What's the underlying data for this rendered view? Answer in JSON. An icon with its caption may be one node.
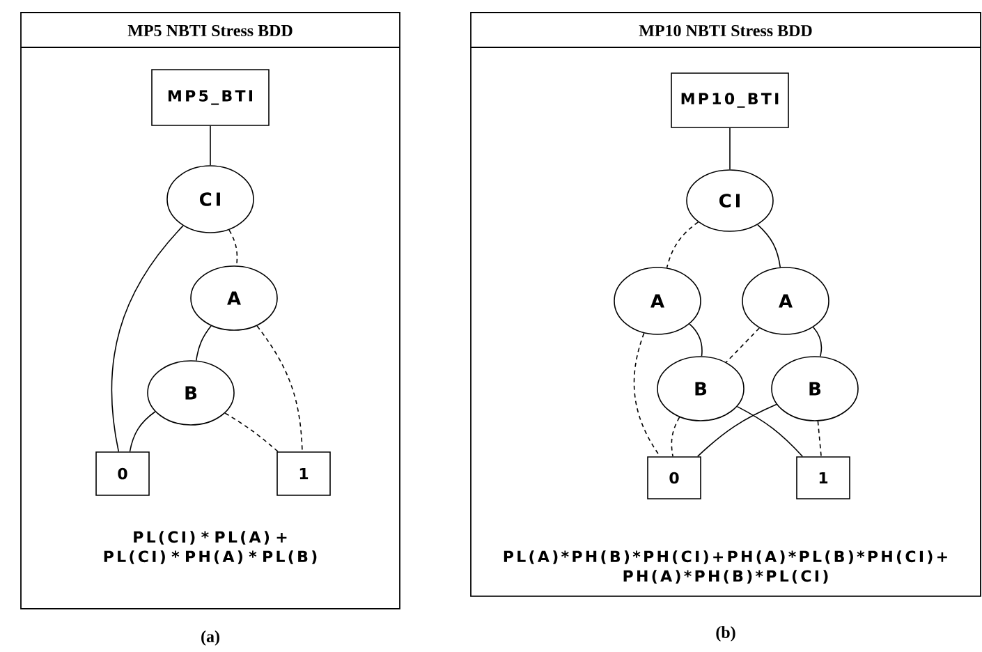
{
  "diagram": {
    "nodes": [
      {
        "text": [
          "MP5 NBTI Stress BDD",
          "PL(CI) * PL(A) + PL(CI) * PH(A) * PL(B)"
        ]
      },
      {
        "text": [
          "MP5_BTI"
        ],
        "in": 0
      },
      {
        "text": [
          "CI"
        ],
        "in": 0
      },
      {
        "text": [
          "A"
        ],
        "in": 0
      },
      {
        "text": [
          "B"
        ],
        "in": 0
      },
      {
        "text": [
          "0"
        ],
        "in": 0
      },
      {
        "text": [
          "1"
        ],
        "in": 0
      },
      {
        "text": [
          "MP10 NBTI Stress BDD",
          "PL(A)*PH(B)*PH(CI)+PH(A)*PL(B)*PH(CI)+ PH(A)*PH(B)*PL(CI)"
        ]
      },
      {
        "text": [
          "MP10_BTI"
        ],
        "in": 7
      },
      {
        "text": [
          "CI"
        ],
        "in": 7
      },
      {
        "text": [
          "A"
        ],
        "in": 7
      },
      {
        "text": [
          "A"
        ],
        "in": 7
      },
      {
        "text": [
          "B"
        ],
        "in": 7
      },
      {
        "text": [
          "B"
        ],
        "in": 7
      },
      {
        "text": [
          "0"
        ],
        "in": 7
      },
      {
        "text": [
          "1"
        ],
        "in": 7
      }
    ],
    "edges": [
      {
        "from": 1,
        "to": 2,
        "arrow": "none"
      },
      {
        "from": 2,
        "to": 5,
        "arrow": "none"
      },
      {
        "from": 2,
        "to": 3,
        "arrow": "none",
        "style": "dashed"
      },
      {
        "from": 3,
        "to": 4,
        "arrow": "none"
      },
      {
        "from": 3,
        "to": 6,
        "arrow": "none",
        "style": "dashed"
      },
      {
        "from": 4,
        "to": 5,
        "arrow": "none"
      },
      {
        "from": 4,
        "to": 6,
        "arrow": "none",
        "style": "dashed"
      },
      {
        "from": 8,
        "to": 9,
        "arrow": "none"
      },
      {
        "from": 9,
        "to": 10,
        "arrow": "none",
        "style": "dashed"
      },
      {
        "from": 9,
        "to": 11,
        "arrow": "none"
      },
      {
        "from": 10,
        "to": 12,
        "arrow": "none"
      },
      {
        "from": 10,
        "to": 14,
        "arrow": "none",
        "style": "dashed"
      },
      {
        "from": 11,
        "to": 12,
        "arrow": "none",
        "style": "dashed"
      },
      {
        "from": 11,
        "to": 13,
        "arrow": "none"
      },
      {
        "from": 12,
        "to": 14,
        "arrow": "none",
        "style": "dashed"
      },
      {
        "from": 12,
        "to": 15,
        "arrow": "none"
      },
      {
        "from": 13,
        "to": 14,
        "arrow": "none"
      },
      {
        "from": 13,
        "to": 15,
        "arrow": "none",
        "style": "dashed"
      }
    ],
    "labels": [
      "(a)",
      "(b)"
    ]
  }
}
